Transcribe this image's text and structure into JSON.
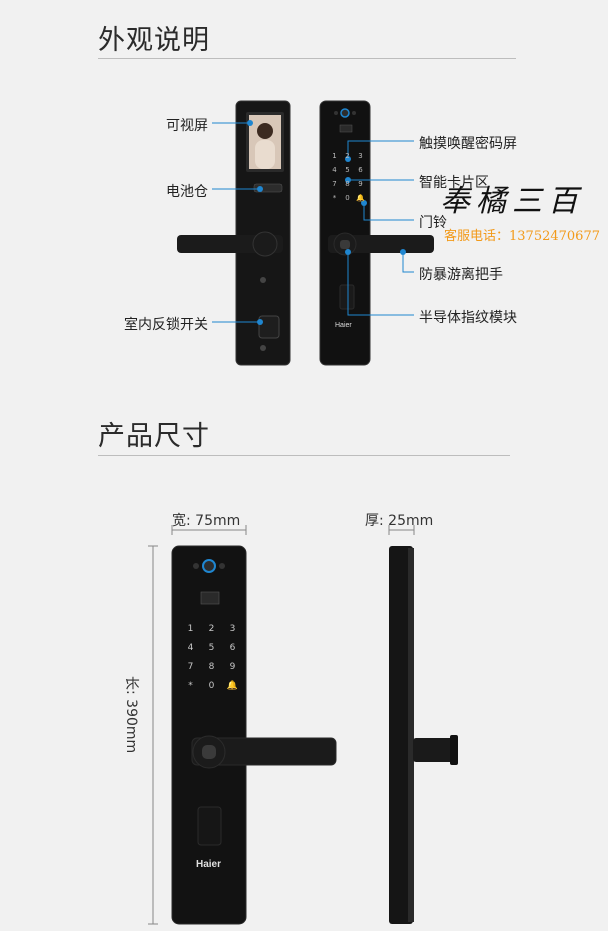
{
  "section1": {
    "title": "外观说明",
    "labels_left": [
      "可视屏",
      "电池仓",
      "室内反锁开关"
    ],
    "labels_right": [
      "触摸唤醒密码屏",
      "智能卡片区",
      "门铃",
      "防暴游离把手",
      "半导体指纹模块"
    ]
  },
  "section2": {
    "title": "产品尺寸",
    "width_label": "宽: 75mm",
    "depth_label": "厚: 25mm",
    "length_label": "长: 390mm"
  },
  "keypad": {
    "keys": [
      "1",
      "2",
      "3",
      "4",
      "5",
      "6",
      "7",
      "8",
      "9",
      "*",
      "0",
      "🔔"
    ]
  },
  "brand": {
    "logo_text": "Haier"
  },
  "watermark": {
    "brand": "奉橘三百",
    "phone": "客服电话：13752470677"
  },
  "colors": {
    "background": "#f1f1f1",
    "lock_body": "#141414",
    "accent_blue": "#1f86d0",
    "watermark_orange": "#f29a1a"
  }
}
